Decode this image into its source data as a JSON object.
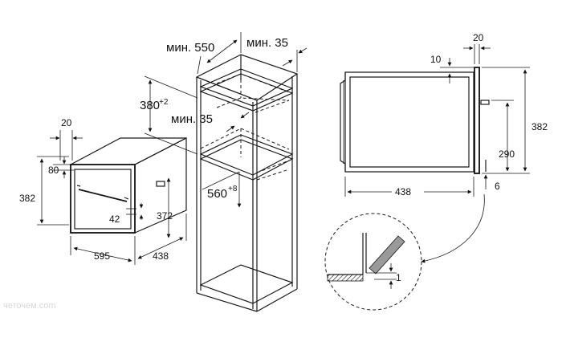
{
  "oven_dims": {
    "depth_top": "20",
    "top_offset": "80",
    "height": "382",
    "width": "595",
    "depth": "438",
    "inner_height": "372",
    "handle_offset": "42"
  },
  "cabinet_dims": {
    "min_depth": "мин. 550",
    "min_gap_back": "мин. 35",
    "shelf_gap": "380",
    "shelf_gap_tol": "+2",
    "min_gap_inner": "мин. 35",
    "niche_width": "560",
    "niche_width_tol": "+8"
  },
  "side_dims": {
    "door_thickness": "20",
    "top_gap": "10",
    "total_height": "382",
    "lower_height": "290",
    "bottom_gap": "6",
    "depth": "438"
  },
  "detail_dims": {
    "gap": "1"
  },
  "watermark": "четочем.com"
}
